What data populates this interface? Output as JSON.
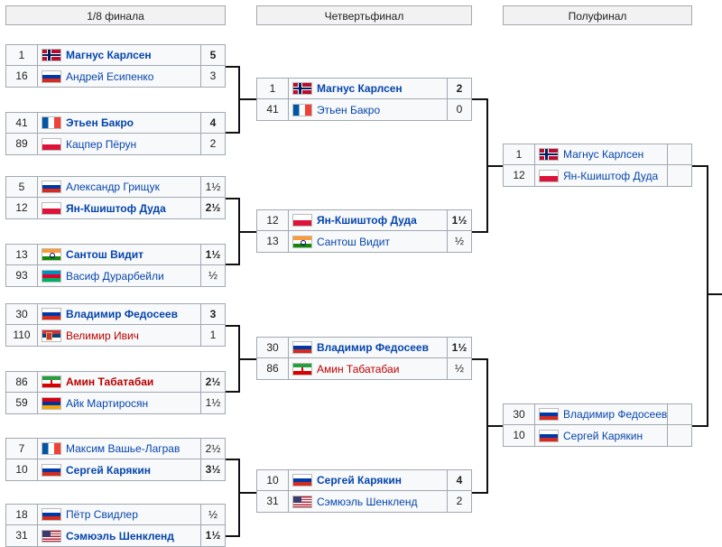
{
  "headers": {
    "round_of_16": "1/8 финала",
    "quarterfinal": "Четвертьфинал",
    "semifinal": "Полуфинал"
  },
  "round_of_16": [
    {
      "players": [
        {
          "seed": "1",
          "flag": "no",
          "name": "Магнус Карлсен",
          "score": "5",
          "winner": true,
          "red": false
        },
        {
          "seed": "16",
          "flag": "ru",
          "name": "Андрей Есипенко",
          "score": "3",
          "winner": false,
          "red": false
        }
      ]
    },
    {
      "players": [
        {
          "seed": "41",
          "flag": "fr",
          "name": "Этьен Бакро",
          "score": "4",
          "winner": true,
          "red": false
        },
        {
          "seed": "89",
          "flag": "pl",
          "name": "Кацпер Пёрун",
          "score": "2",
          "winner": false,
          "red": false
        }
      ]
    },
    {
      "players": [
        {
          "seed": "5",
          "flag": "ru",
          "name": "Александр Грищук",
          "score": "1½",
          "winner": false,
          "red": false
        },
        {
          "seed": "12",
          "flag": "pl",
          "name": "Ян-Кшиштоф Дуда",
          "score": "2½",
          "winner": true,
          "red": false
        }
      ]
    },
    {
      "players": [
        {
          "seed": "13",
          "flag": "in",
          "name": "Сантош Видит",
          "score": "1½",
          "winner": true,
          "red": false
        },
        {
          "seed": "93",
          "flag": "az",
          "name": "Васиф Дурарбейли",
          "score": "½",
          "winner": false,
          "red": false
        }
      ]
    },
    {
      "players": [
        {
          "seed": "30",
          "flag": "ru",
          "name": "Владимир Федосеев",
          "score": "3",
          "winner": true,
          "red": false
        },
        {
          "seed": "110",
          "flag": "rs",
          "name": "Велимир Ивич",
          "score": "1",
          "winner": false,
          "red": true
        }
      ]
    },
    {
      "players": [
        {
          "seed": "86",
          "flag": "ir",
          "name": "Амин Табатабаи",
          "score": "2½",
          "winner": true,
          "red": true
        },
        {
          "seed": "59",
          "flag": "am",
          "name": "Айк Мартиросян",
          "score": "1½",
          "winner": false,
          "red": false
        }
      ]
    },
    {
      "players": [
        {
          "seed": "7",
          "flag": "fr",
          "name": "Максим Вашье-Лаграв",
          "score": "2½",
          "winner": false,
          "red": false
        },
        {
          "seed": "10",
          "flag": "ru",
          "name": "Сергей Карякин",
          "score": "3½",
          "winner": true,
          "red": false
        }
      ]
    },
    {
      "players": [
        {
          "seed": "18",
          "flag": "ru",
          "name": "Пётр Свидлер",
          "score": "½",
          "winner": false,
          "red": false
        },
        {
          "seed": "31",
          "flag": "us",
          "name": "Сэмюэль Шенкленд",
          "score": "1½",
          "winner": true,
          "red": false
        }
      ]
    }
  ],
  "quarterfinal": [
    {
      "players": [
        {
          "seed": "1",
          "flag": "no",
          "name": "Магнус Карлсен",
          "score": "2",
          "winner": true,
          "red": false
        },
        {
          "seed": "41",
          "flag": "fr",
          "name": "Этьен Бакро",
          "score": "0",
          "winner": false,
          "red": false
        }
      ]
    },
    {
      "players": [
        {
          "seed": "12",
          "flag": "pl",
          "name": "Ян-Кшиштоф Дуда",
          "score": "1½",
          "winner": true,
          "red": false
        },
        {
          "seed": "13",
          "flag": "in",
          "name": "Сантош Видит",
          "score": "½",
          "winner": false,
          "red": false
        }
      ]
    },
    {
      "players": [
        {
          "seed": "30",
          "flag": "ru",
          "name": "Владимир Федосеев",
          "score": "1½",
          "winner": true,
          "red": false
        },
        {
          "seed": "86",
          "flag": "ir",
          "name": "Амин Табатабаи",
          "score": "½",
          "winner": false,
          "red": true
        }
      ]
    },
    {
      "players": [
        {
          "seed": "10",
          "flag": "ru",
          "name": "Сергей Карякин",
          "score": "4",
          "winner": true,
          "red": false
        },
        {
          "seed": "31",
          "flag": "us",
          "name": "Сэмюэль Шенкленд",
          "score": "2",
          "winner": false,
          "red": false
        }
      ]
    }
  ],
  "semifinal": [
    {
      "players": [
        {
          "seed": "1",
          "flag": "no",
          "name": "Магнус Карлсен",
          "score": "",
          "winner": false,
          "red": false
        },
        {
          "seed": "12",
          "flag": "pl",
          "name": "Ян-Кшиштоф Дуда",
          "score": "",
          "winner": false,
          "red": false
        }
      ]
    },
    {
      "players": [
        {
          "seed": "30",
          "flag": "ru",
          "name": "Владимир Федосеев",
          "score": "",
          "winner": false,
          "red": false
        },
        {
          "seed": "10",
          "flag": "ru",
          "name": "Сергей Карякин",
          "score": "",
          "winner": false,
          "red": false
        }
      ]
    }
  ]
}
